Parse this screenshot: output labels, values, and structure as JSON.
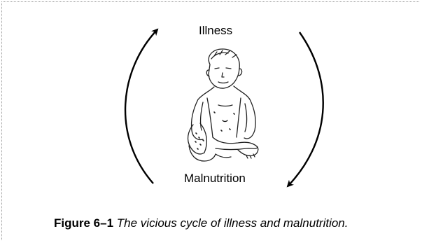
{
  "diagram": {
    "top_label": "Illness",
    "bottom_label": "Malnutrition"
  },
  "caption": {
    "figure_number": "Figure 6–1",
    "text": "The vicious cycle of illness and malnutrition."
  }
}
